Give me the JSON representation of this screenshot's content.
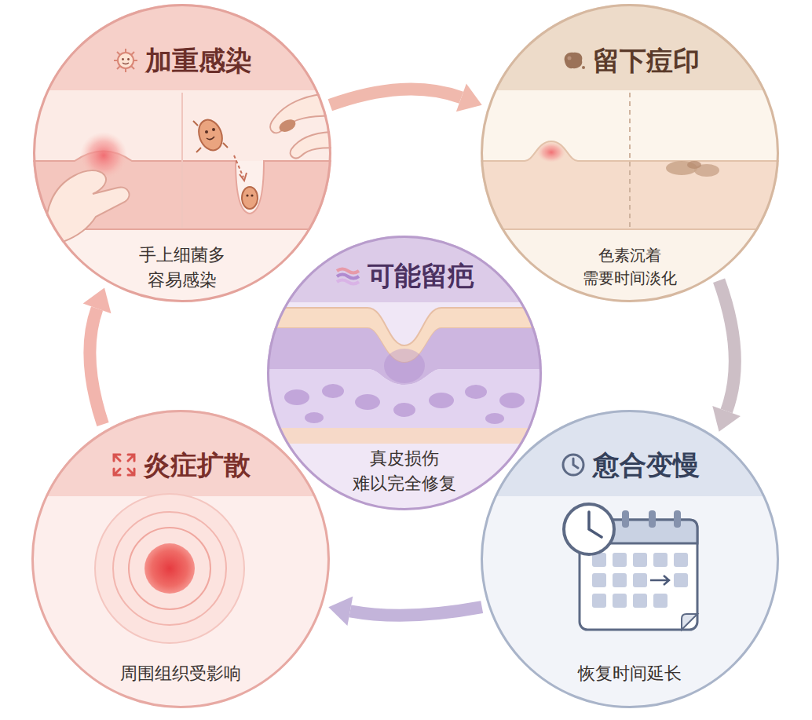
{
  "diagram": {
    "nodes": [
      {
        "text": [
          "加重感染",
          "手上细菌多 容易感染"
        ]
      },
      {
        "text": [
          "留下痘印",
          "色素沉着 需要时间淡化"
        ]
      },
      {
        "text": [
          "可能留疤",
          "真皮损伤 难以完全修复"
        ]
      },
      {
        "text": [
          "炎症扩散",
          "周围组织受影响"
        ]
      },
      {
        "text": [
          "愈合变慢",
          "恢复时间延长"
        ]
      }
    ],
    "edges": [
      {
        "from": 0,
        "to": 1,
        "arrow": "to"
      },
      {
        "from": 1,
        "to": 4,
        "arrow": "to"
      },
      {
        "from": 4,
        "to": 3,
        "arrow": "to"
      },
      {
        "from": 3,
        "to": 0,
        "arrow": "to"
      }
    ]
  }
}
